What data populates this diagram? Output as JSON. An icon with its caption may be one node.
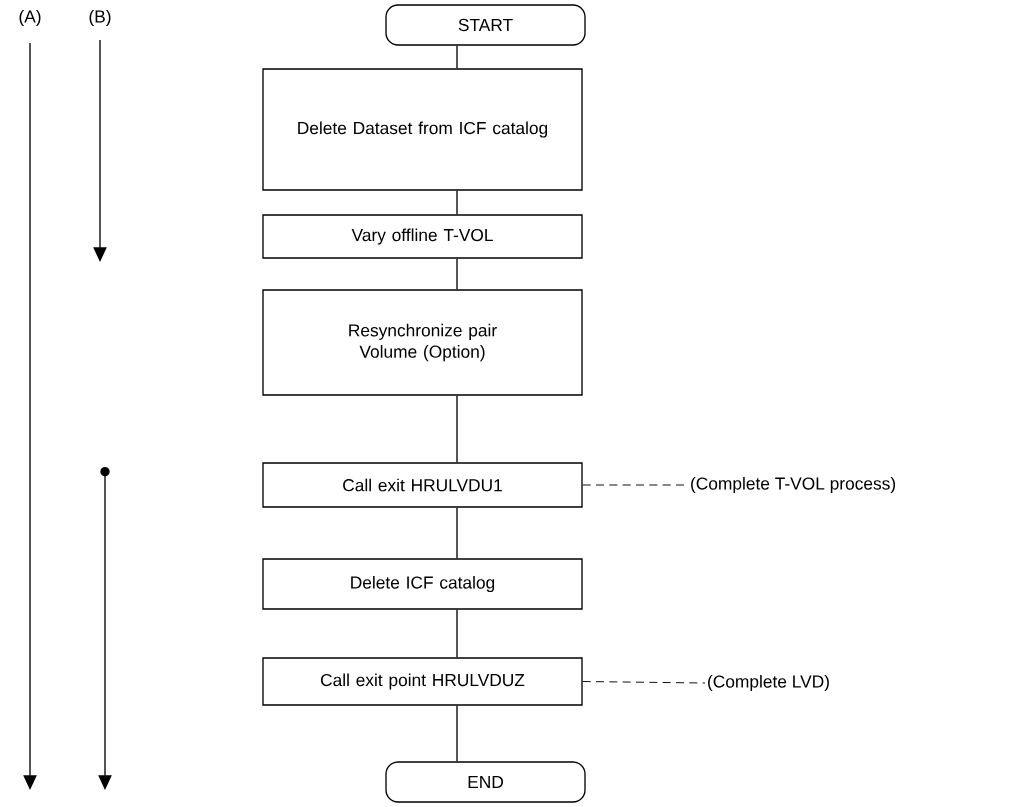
{
  "diagram": {
    "nodes": [
      {
        "text": [
          "START"
        ]
      },
      {
        "text": [
          "Delete Dataset from ICF catalog"
        ]
      },
      {
        "text": [
          "Vary offline T-VOL"
        ]
      },
      {
        "text": [
          "Resynchronize pair Volume (Option)"
        ]
      },
      {
        "text": [
          "Call exit HRULVDU1"
        ]
      },
      {
        "text": [
          "Delete ICF catalog"
        ]
      },
      {
        "text": [
          "Call exit point HRULVDUZ"
        ]
      },
      {
        "text": [
          "END"
        ]
      },
      {
        "text": [
          "(Complete T-VOL process)"
        ]
      },
      {
        "text": [
          "(Complete LVD)"
        ]
      }
    ],
    "edges": [
      {
        "from": 0,
        "to": 1,
        "arrow": "none"
      },
      {
        "from": 1,
        "to": 2,
        "arrow": "none"
      },
      {
        "from": 2,
        "to": 3,
        "arrow": "none"
      },
      {
        "from": 3,
        "to": 4,
        "arrow": "none"
      },
      {
        "from": 4,
        "to": 5,
        "arrow": "none"
      },
      {
        "from": 5,
        "to": 6,
        "arrow": "none"
      },
      {
        "from": 6,
        "to": 7,
        "arrow": "none"
      },
      {
        "from": 4,
        "to": 8,
        "arrow": "none",
        "style": "dashed"
      },
      {
        "from": 6,
        "to": 9,
        "arrow": "none",
        "style": "dashed"
      }
    ],
    "labels": [
      "(A)",
      "(B)"
    ]
  }
}
